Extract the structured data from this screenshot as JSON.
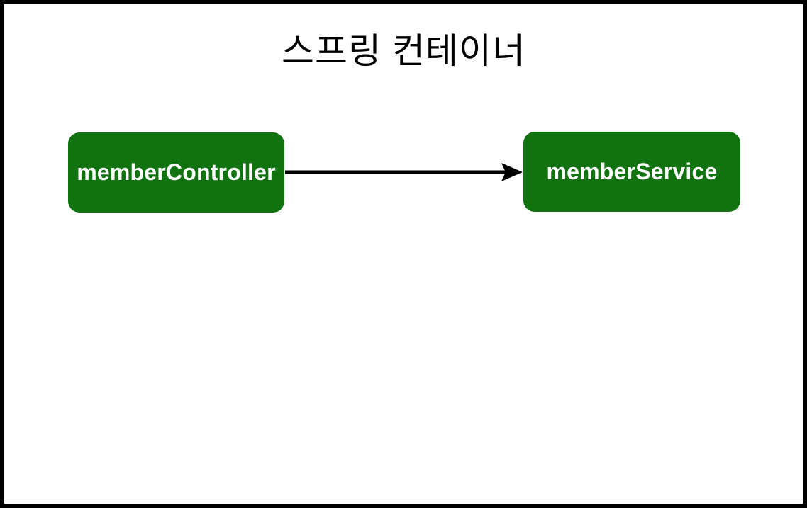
{
  "diagram": {
    "title": "스프링 컨테이너",
    "nodes": [
      {
        "id": "memberController",
        "label": "memberController"
      },
      {
        "id": "memberService",
        "label": "memberService"
      }
    ],
    "edges": [
      {
        "from": "memberController",
        "to": "memberService",
        "style": "solid-arrow"
      }
    ],
    "colors": {
      "node_fill": "#107310",
      "node_text": "#ffffff",
      "arrow": "#000000",
      "frame_border": "#000000",
      "background": "#ffffff",
      "title_text": "#000000"
    }
  }
}
